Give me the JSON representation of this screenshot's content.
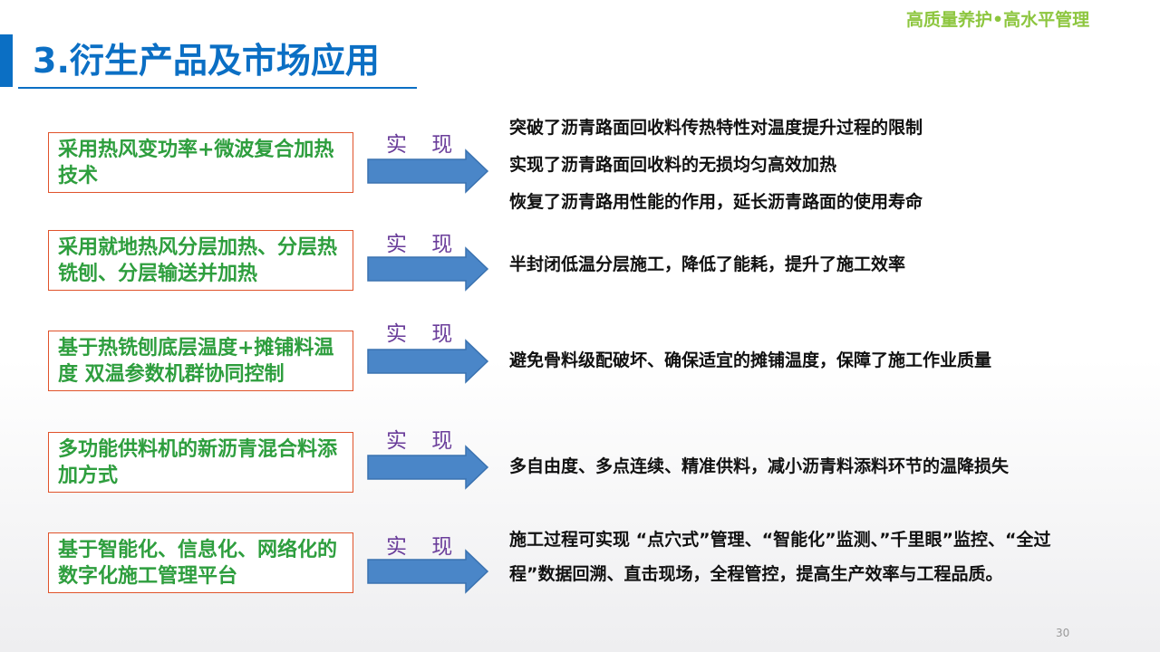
{
  "header": {
    "slogan": "高质量养护•高水平管理",
    "title": "3.衍生产品及市场应用"
  },
  "rows": [
    {
      "technique": "采用热风变功率+微波复合加热技术",
      "connector": "实 现",
      "results": [
        "突破了沥青路面回收料传热特性对温度提升过程的限制",
        "实现了沥青路面回收料的无损均匀高效加热",
        "恢复了沥青路用性能的作用，延长沥青路面的使用寿命"
      ]
    },
    {
      "technique": "采用就地热风分层加热、分层热铣刨、分层输送并加热",
      "connector": "实 现",
      "results": [
        "半封闭低温分层施工，降低了能耗，提升了施工效率"
      ]
    },
    {
      "technique": "基于热铣刨底层温度+摊铺料温度  双温参数机群协同控制",
      "connector": "实 现",
      "results": [
        "避免骨料级配破坏、确保适宜的摊铺温度，保障了施工作业质量"
      ]
    },
    {
      "technique": "多功能供料机的新沥青混合料添加方式",
      "connector": "实 现",
      "results": [
        "多自由度、多点连续、精准供料，减小沥青料添料环节的温降损失"
      ]
    },
    {
      "technique": "基于智能化、信息化、网络化的数字化施工管理平台",
      "connector": "实 现",
      "results": [
        "施工过程可实现 “点穴式”管理、“智能化”监测、”千里眼”监控、“全过程”数据回溯、直击现场，全程管控，提高生产效率与工程品质。"
      ]
    }
  ],
  "footer": {
    "page_number": "30"
  },
  "colors": {
    "title_blue": "#0b6fc4",
    "slogan_green": "#8dc63f",
    "box_border": "#e0532b",
    "box_text": "#2e9e3e",
    "connector_text": "#6a3d9a",
    "arrow_fill": "#4a86c8"
  }
}
